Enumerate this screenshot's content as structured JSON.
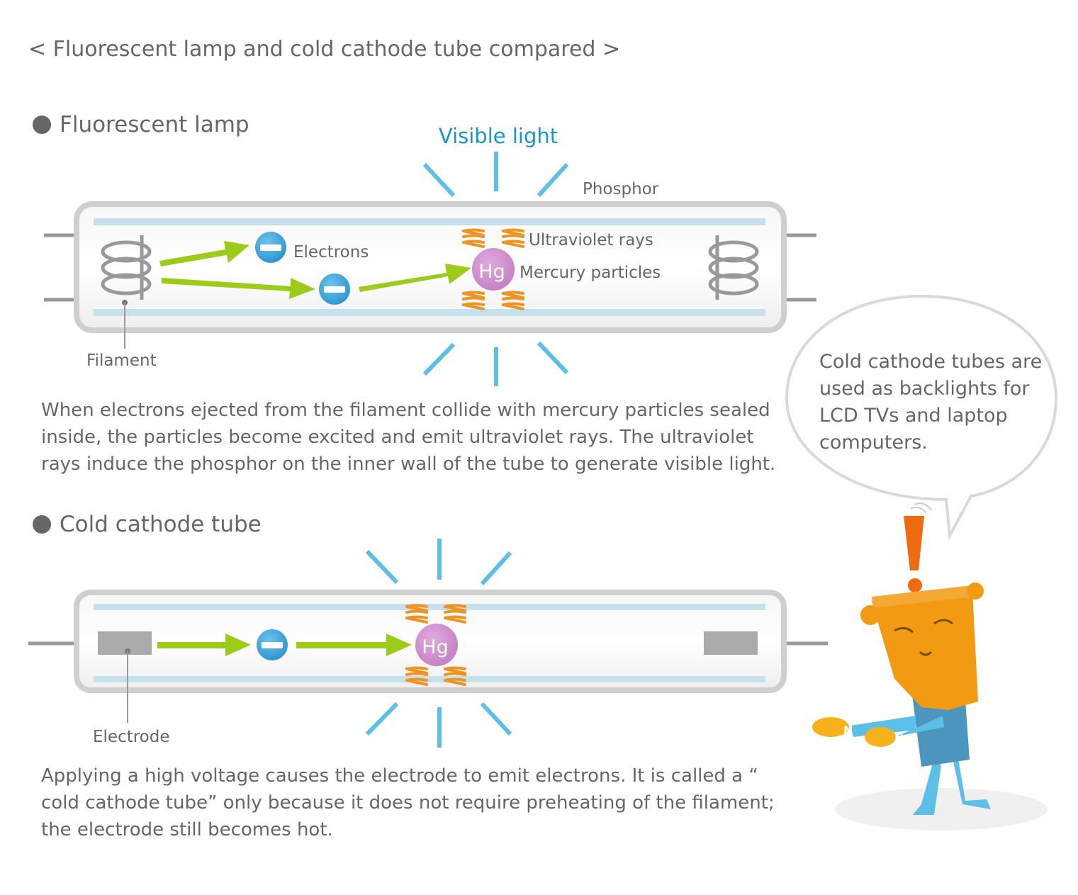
{
  "title": "< Fluorescent lamp and cold cathode tube compared >",
  "fluorescent": {
    "heading": "Fluorescent lamp",
    "visible_light": "Visible light",
    "phosphor": "Phosphor",
    "electrons": "Electrons",
    "ultraviolet": "Ultraviolet rays",
    "mercury": "Mercury particles",
    "filament": "Filament",
    "hg": "Hg",
    "description": "When electrons ejected from the filament collide with mercury particles sealed inside, the particles become excited and emit ultraviolet rays. The ultraviolet rays induce the phosphor on the inner wall of the tube to generate visible light."
  },
  "cold_cathode": {
    "heading": "Cold cathode tube",
    "electrode": "Electrode",
    "hg": "Hg",
    "description": "Applying a high voltage causes the electrode to emit electrons. It is called a “ cold cathode tube” only because it does not require preheating of the filament; the electrode still becomes hot."
  },
  "speech_bubble": "Cold cathode tubes are used as backlights for LCD TVs and laptop computers.",
  "colors": {
    "light_ray": "#5bbfe8",
    "visible_light_text": "#1a95c8",
    "tube_frame": "#cfcfcf",
    "phosphor_strip": "#c6e1ec",
    "arrow": "#9dcb1a",
    "electron": "#3aa3dc",
    "mercury": "#cc8fcc",
    "uv_wave": "#ee9422",
    "character": "#f29a11",
    "character_shirt": "#4c95be"
  },
  "icons": {
    "electron": "minus-sign-circle",
    "mercury": "hg-circle",
    "mascot": "cartoon-mascot-with-exclamation"
  }
}
